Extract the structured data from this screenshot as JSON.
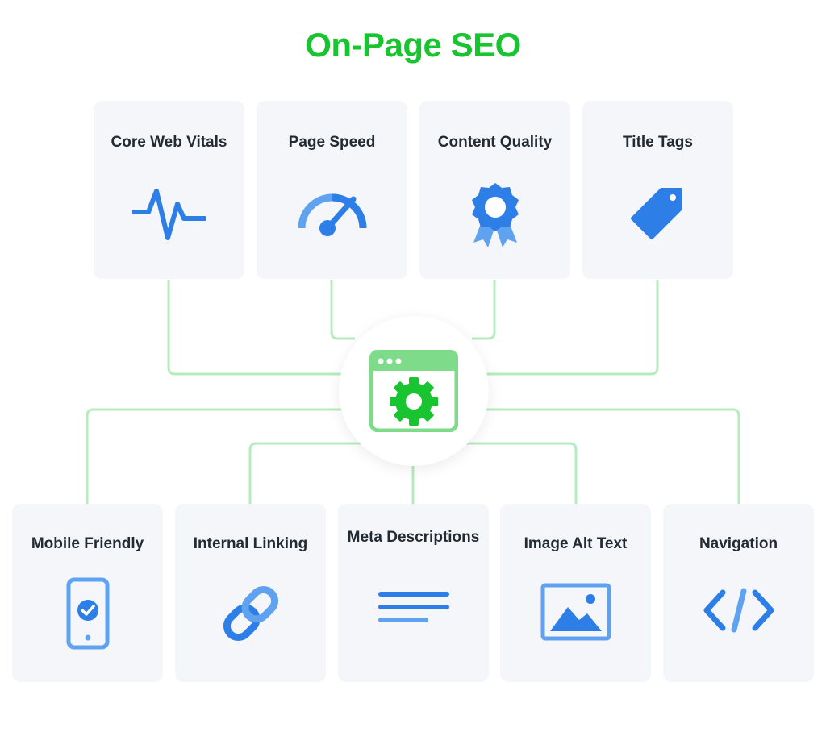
{
  "title": "On-Page SEO",
  "colors": {
    "green": "#19c431",
    "light_green": "#7ddb8a",
    "blue": "#2d7ee6",
    "light_blue": "#5fa3f0",
    "card_bg": "#f4f6fa"
  },
  "hub": {
    "icon": "browser-gear-icon"
  },
  "top_cards": [
    {
      "label": "Core Web Vitals",
      "icon": "pulse-icon"
    },
    {
      "label": "Page Speed",
      "icon": "speedometer-icon"
    },
    {
      "label": "Content Quality",
      "icon": "award-ribbon-icon"
    },
    {
      "label": "Title Tags",
      "icon": "tag-icon"
    }
  ],
  "bottom_cards": [
    {
      "label": "Mobile Friendly",
      "icon": "mobile-check-icon"
    },
    {
      "label": "Internal Linking",
      "icon": "link-icon"
    },
    {
      "label": "Meta Descriptions",
      "icon": "text-lines-icon"
    },
    {
      "label": "Image Alt Text",
      "icon": "image-icon"
    },
    {
      "label": "Navigation",
      "icon": "code-icon"
    }
  ]
}
